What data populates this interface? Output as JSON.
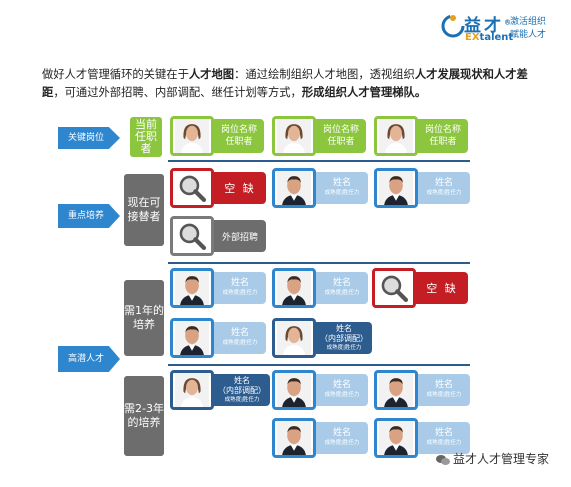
{
  "logo": {
    "cn": "益才",
    "reg": "®",
    "en_ex": "EX",
    "en_rest": "talent",
    "tag1": "激活组织",
    "tag2": "赋能人才"
  },
  "intro": {
    "p1": "做好人才管理循环的关键在于",
    "b1": "人才地图",
    "p2": "：通过绘制组织人才地图，透视组织",
    "b2": "人才发展现状和人才差距",
    "p3": "，可通过外部招聘、内部调配、继任计划等方式，",
    "b3": "形成组织人才管理梯队。"
  },
  "rows": {
    "key_position": "关键岗位",
    "key_talent": "重点培养",
    "high_potential": "高潜人才"
  },
  "sections": {
    "current": "当前任职者",
    "ready_now": "现在可接替者",
    "one_year": "需1年的培养",
    "two_three_year": "需2-3年的培养"
  },
  "cards": {
    "position_title": "岗位名称",
    "incumbent": "任职者",
    "vacancy": "空  缺",
    "external": "外部招聘",
    "name": "姓名",
    "maturity": "成熟度|胜任力",
    "internal": "（内部调配）"
  },
  "watermark": "益才人才管理专家",
  "colors": {
    "green": "#8cc63f",
    "blue": "#2e86cf",
    "navy": "#2d5c8f",
    "red": "#c41e24",
    "gray": "#6d6d6d"
  }
}
